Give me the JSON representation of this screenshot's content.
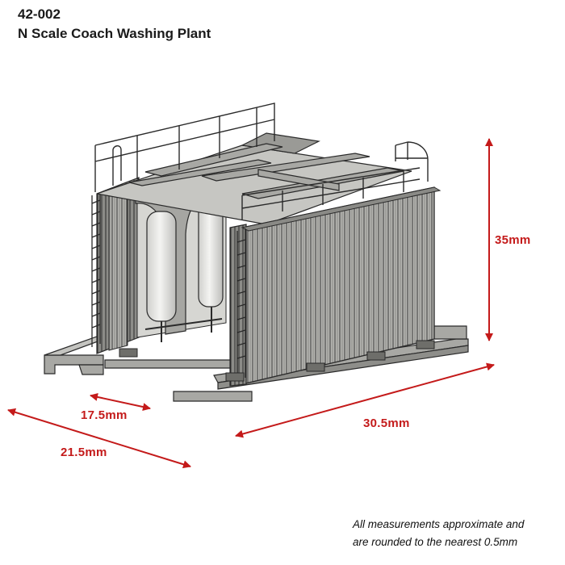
{
  "header": {
    "code": "42-002",
    "title": "N Scale Coach Washing Plant"
  },
  "dimensions": {
    "height": "35mm",
    "length": "30.5mm",
    "depth_inner": "17.5mm",
    "depth_outer": "21.5mm"
  },
  "note": {
    "line1": "All measurements approximate and",
    "line2": "are rounded to the nearest 0.5mm"
  },
  "colors": {
    "dimension": "#c41a1a",
    "model": "#a8a8a4",
    "outline": "#2a2a2a"
  }
}
